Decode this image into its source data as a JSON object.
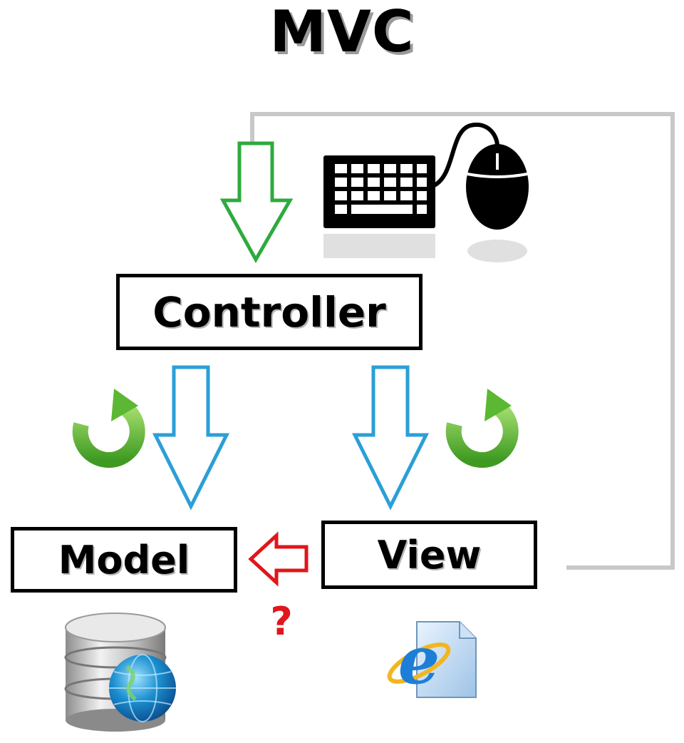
{
  "title": "MVC",
  "boxes": {
    "controller": "Controller",
    "model": "Model",
    "view": "View"
  },
  "annotations": {
    "question_mark": "?"
  },
  "colors": {
    "input_arrow": "#2eaa3e",
    "flow_arrow": "#2b9fd6",
    "question_arrow": "#e0161b",
    "feedback_line": "#c8c8c8",
    "refresh_icon": "#6fc23a"
  },
  "icons": [
    "keyboard-icon",
    "mouse-icon",
    "refresh-icon",
    "database-icon",
    "globe-icon",
    "browser-document-icon"
  ]
}
